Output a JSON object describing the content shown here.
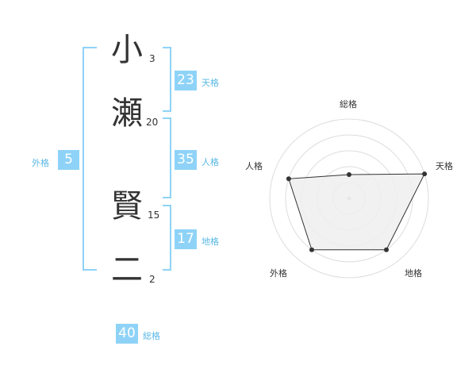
{
  "name": {
    "chars": [
      {
        "char": "小",
        "strokes": "3"
      },
      {
        "char": "瀬",
        "strokes": "20"
      },
      {
        "char": "賢",
        "strokes": "15"
      },
      {
        "char": "二",
        "strokes": "2"
      }
    ]
  },
  "kakusu": {
    "gaikaku": {
      "value": "5",
      "label": "外格"
    },
    "tenkaku": {
      "value": "23",
      "label": "天格"
    },
    "jinkaku": {
      "value": "35",
      "label": "人格"
    },
    "chikaku": {
      "value": "17",
      "label": "地格"
    },
    "soukaku": {
      "value": "40",
      "label": "総格"
    }
  },
  "radar": {
    "labels": {
      "soukaku": "総格",
      "tenkaku": "天格",
      "jinkaku": "人格",
      "gaikaku": "外格",
      "chikaku": "地格"
    }
  },
  "chart_data": {
    "type": "radar",
    "categories": [
      "総格",
      "天格",
      "地格",
      "外格",
      "人格"
    ],
    "values": [
      0.3,
      1.0,
      0.8,
      0.8,
      0.8
    ],
    "range": [
      0,
      1
    ],
    "grid": true
  },
  "colors": {
    "accent": "#8ed3f7",
    "label": "#5ab8e6",
    "fill": "#efefef",
    "line": "#333333"
  }
}
